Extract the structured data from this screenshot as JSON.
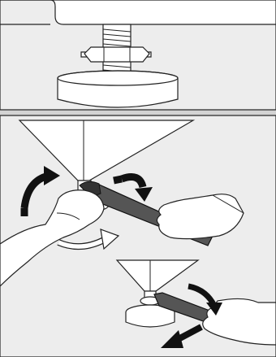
{
  "figure": {
    "panels": [
      {
        "id": "top",
        "subject": "leveling-foot-closeup"
      },
      {
        "id": "bottom",
        "subject": "adjust-and-lock-foot-with-wrench"
      }
    ],
    "icons": [
      "leveling-foot-icon",
      "wrench-icon",
      "hand-icon",
      "rotation-arrow-icon",
      "direction-arrow-icon"
    ],
    "colors": {
      "background": "#d3d3d3",
      "panel_fill": "#ededed",
      "line": "#222222",
      "arrow": "#111111",
      "white": "#ffffff"
    }
  }
}
